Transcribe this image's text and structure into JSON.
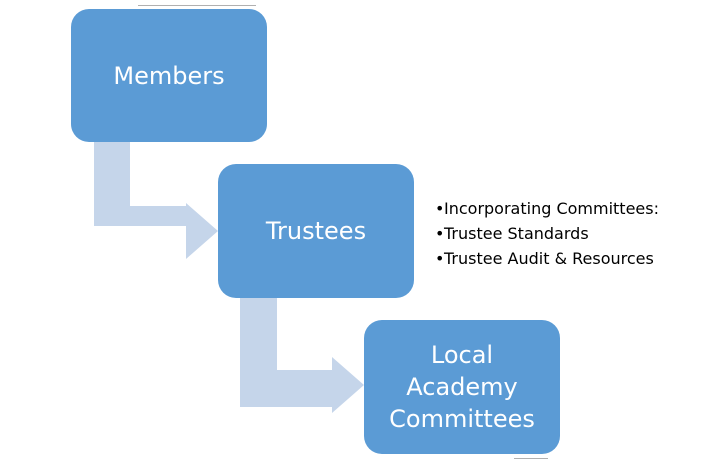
{
  "diagram": {
    "nodes": [
      {
        "id": "members",
        "label": "Members"
      },
      {
        "id": "trustees",
        "label": "Trustees"
      },
      {
        "id": "lac",
        "label_lines": [
          "Local",
          "Academy",
          "Committees"
        ]
      }
    ],
    "edges": [
      {
        "from": "members",
        "to": "trustees"
      },
      {
        "from": "trustees",
        "to": "lac"
      }
    ],
    "notes": {
      "bullet": "•",
      "items": [
        "Incorporating Committees:",
        "Trustee Standards",
        "Trustee Audit & Resources"
      ]
    },
    "colors": {
      "box_fill": "#5b9bd5",
      "box_text": "#ffffff",
      "arrow_fill": "#c5d5ea",
      "note_text": "#000000"
    }
  }
}
